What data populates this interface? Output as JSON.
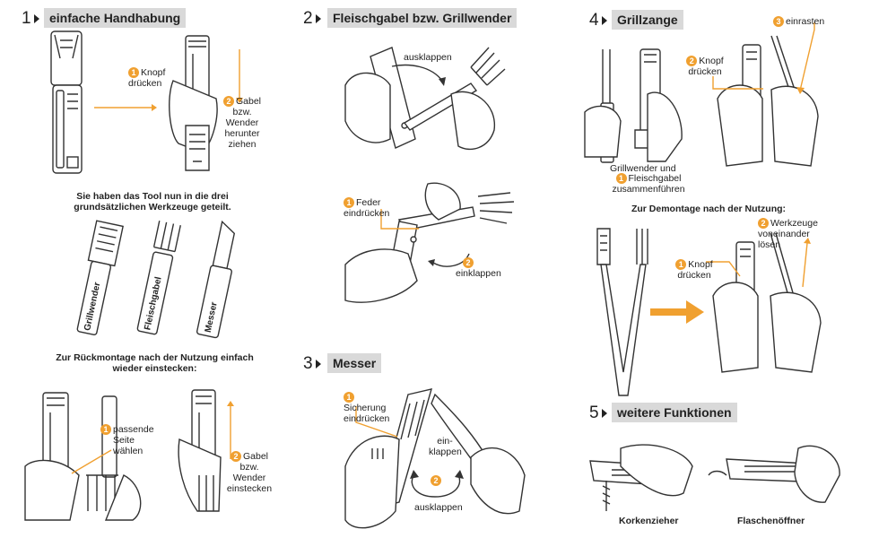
{
  "colors": {
    "accent": "#f0a030",
    "title_bg": "#d9d9d9"
  },
  "s1": {
    "num": "1",
    "title": "einfache Handhabung",
    "knopf": "Knopf drücken",
    "gabel": "Gabel bzw. Wender herunter ziehen",
    "split": "Sie haben das Tool nun in die drei grundsätzlichen Werkzeuge geteilt.",
    "tools": [
      "Grillwender",
      "Fleischgabel",
      "Messer"
    ],
    "rueck": "Zur Rückmontage nach der Nutzung einfach wieder einstecken:",
    "passende": "passende Seite wählen",
    "einstecken": "Gabel bzw. Wender einstecken"
  },
  "s2": {
    "num": "2",
    "title": "Fleischgabel bzw. Grillwender",
    "ausklappen": "ausklappen",
    "feder": "Feder eindrücken",
    "einklappen": "einklappen"
  },
  "s3": {
    "num": "3",
    "title": "Messer",
    "sicherung": "Sicherung eindrücken",
    "ein": "ein- klappen",
    "aus": "ausklappen"
  },
  "s4": {
    "num": "4",
    "title": "Grillzange",
    "knopf": "Knopf drücken",
    "einrasten": "einrasten",
    "zusammen_a": "Grillwender und",
    "zusammen_b": "Fleischgabel zusammenführen",
    "demontage": "Zur Demontage nach der Nutzung:",
    "knopf2": "Knopf drücken",
    "loesen": "Werkzeuge voneinander lösen"
  },
  "s5": {
    "num": "5",
    "title": "weitere Funktionen",
    "korken": "Korkenzieher",
    "flasche": "Flaschenöffner"
  }
}
